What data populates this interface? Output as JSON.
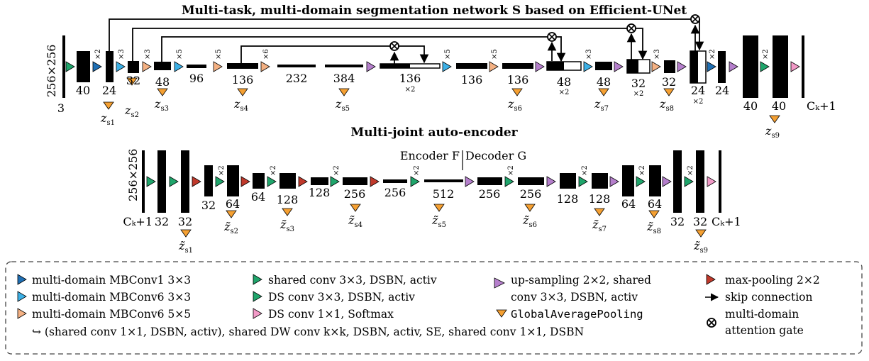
{
  "top": {
    "title": "Multi-task, multi-domain segmentation network S based on Efficient-UNet",
    "input_size": "256×256",
    "input_channels": "3",
    "channels": [
      "40",
      "24",
      "32",
      "48",
      "96",
      "136",
      "232",
      "384",
      "136",
      "136",
      "136",
      "48",
      "48",
      "32",
      "32",
      "24",
      "24",
      "40",
      "40"
    ],
    "concat": "×2",
    "output_channels": "Cₖ+1",
    "repeats": [
      "×2",
      "×3",
      "×3",
      "×5",
      "×5",
      "×6",
      "×5",
      "×5",
      "×3",
      "×3",
      "×2",
      "×2"
    ],
    "z": [
      "s1",
      "s2",
      "s3",
      "s4",
      "s5",
      "s6",
      "s7",
      "s8",
      "s9"
    ]
  },
  "bottom": {
    "title": "Multi-joint auto-encoder",
    "encoder": "Encoder F",
    "decoder": "Decoder G",
    "input_size": "256×256",
    "input_channels": "Cₖ+1",
    "channels": [
      "32",
      "32",
      "32",
      "64",
      "64",
      "128",
      "128",
      "256",
      "256",
      "512",
      "256",
      "256",
      "128",
      "128",
      "64",
      "64",
      "32",
      "32"
    ],
    "output_channels": "Cₖ+1",
    "repeats": [
      "×2",
      "×2",
      "×2",
      "×2",
      "×2",
      "×2",
      "×2",
      "×2"
    ],
    "z": [
      "s1",
      "s2",
      "s3",
      "s4",
      "s5",
      "s6",
      "s7",
      "s8",
      "s9"
    ]
  },
  "legend": {
    "mbconv1": "multi-domain MBConv1 3×3",
    "mbconv6_3": "multi-domain MBConv6 3×3",
    "mbconv6_5": "multi-domain MBConv6 5×5",
    "mbconv_detail": "↪ (shared conv 1×1, DSBN, activ), shared DW conv k×k, DSBN, activ, SE, shared conv 1×1, DSBN",
    "shared_conv": "shared conv 3×3, DSBN, activ",
    "ds_conv": "DS conv 3×3, DSBN, activ",
    "ds_softmax": "DS conv 1×1, Softmax",
    "upsampling_1": "up-sampling 2×2, shared",
    "upsampling_2": "conv 3×3, DSBN, activ",
    "gap": "GlobalAveragePooling",
    "max_pooling": "max-pooling 2×2",
    "skip": "skip connection",
    "gate_1": "multi-domain",
    "gate_2": "attention gate"
  },
  "colors": {
    "mbconv1": "#1f6fb4",
    "mbconv6_3x3": "#3cb0e6",
    "mbconv6_5x5": "#f4b183",
    "shared_conv": "#1fa56b",
    "ds_softmax": "#f29ac7",
    "upsampling": "#b57fcc",
    "global_pooling": "#f5a032",
    "max_pooling": "#c0392b"
  }
}
